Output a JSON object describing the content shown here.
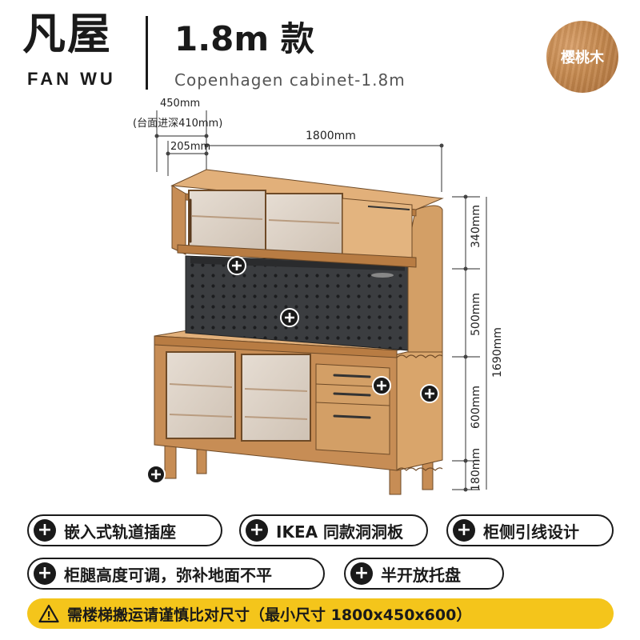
{
  "brand": {
    "name_cn": "凡屋",
    "name_en": "FAN WU"
  },
  "title": {
    "main": "1.8m 款",
    "sub": "Copenhagen cabinet-1.8m"
  },
  "material_swatch": {
    "label": "樱桃木",
    "color": "#c5894f"
  },
  "dimensions": {
    "depth": "450mm",
    "inner_depth": "(台面进深410mm)",
    "shelf_depth": "205mm",
    "width": "1800mm",
    "total_height": "1690mm",
    "segments": [
      "340mm",
      "500mm",
      "600mm",
      "180mm"
    ]
  },
  "features": [
    {
      "label": "嵌入式轨道插座"
    },
    {
      "label": "IKEA 同款洞洞板"
    },
    {
      "label": "柜侧引线设计"
    },
    {
      "label": "柜腿高度可调，弥补地面不平"
    },
    {
      "label": "半开放托盘"
    }
  ],
  "warning": {
    "text": "需楼梯搬运请谨慎比对尺寸（最小尺寸 1800x450x600）"
  },
  "colors": {
    "accent": "#f4c51b",
    "wood": "#d19a62",
    "pegboard": "#3b3d40"
  }
}
